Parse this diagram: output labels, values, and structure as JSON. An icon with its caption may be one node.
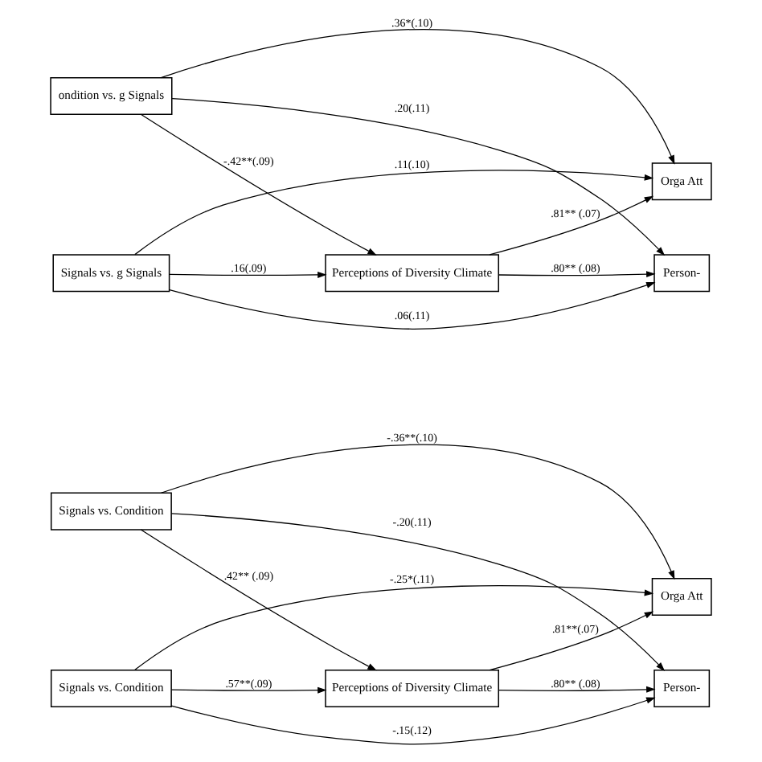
{
  "diagram": {
    "nodes": [
      {
        "text": [
          "Perceptions of Diversity Climate"
        ]
      },
      {
        "text": [
          "Signals vs. Condition"
        ]
      },
      {
        "text": [
          "Signals vs. Condition"
        ]
      },
      {
        "text": [
          "Orga Att"
        ]
      },
      {
        "text": [
          "Person-"
        ]
      },
      {
        "text": [
          "Perceptions of Diversity Climate"
        ]
      },
      {
        "text": [
          "ondition vs. g Signals"
        ]
      },
      {
        "text": [
          "Signals vs. g Signals"
        ]
      },
      {
        "text": [
          "Orga Att"
        ]
      },
      {
        "text": [
          "Person-"
        ]
      }
    ],
    "edges": [
      {
        "from": 1,
        "to": 0,
        "arrow": "to",
        "label": ".42** (.09)"
      },
      {
        "from": 1,
        "to": 3,
        "arrow": "to",
        "label": "-.36**(.10)"
      },
      {
        "from": 1,
        "to": 4,
        "arrow": "to",
        "label": "-.20(.11)"
      },
      {
        "from": 2,
        "to": 0,
        "arrow": "to",
        "label": ".57**(.09)"
      },
      {
        "from": 2,
        "to": 3,
        "arrow": "to",
        "label": "-.25*(.11)"
      },
      {
        "from": 2,
        "to": 4,
        "arrow": "to",
        "label": "-.15(.12)"
      },
      {
        "from": 0,
        "to": 3,
        "arrow": "to",
        "label": ".81**(.07)"
      },
      {
        "from": 0,
        "to": 4,
        "arrow": "to",
        "label": ".80** (.08)"
      },
      {
        "from": 6,
        "to": 5,
        "arrow": "to",
        "label": "-.42**(.09)"
      },
      {
        "from": 6,
        "to": 8,
        "arrow": "to",
        "label": ".36*(.10)"
      },
      {
        "from": 6,
        "to": 9,
        "arrow": "to",
        "label": ".20(.11)"
      },
      {
        "from": 7,
        "to": 5,
        "arrow": "to",
        "label": ".16(.09)"
      },
      {
        "from": 7,
        "to": 8,
        "arrow": "to",
        "label": ".11(.10)"
      },
      {
        "from": 7,
        "to": 9,
        "arrow": "to",
        "label": ".06(.11)"
      },
      {
        "from": 5,
        "to": 8,
        "arrow": "to",
        "label": ".81** (.07)"
      },
      {
        "from": 5,
        "to": 9,
        "arrow": "to",
        "label": ".80** (.08)"
      }
    ]
  }
}
